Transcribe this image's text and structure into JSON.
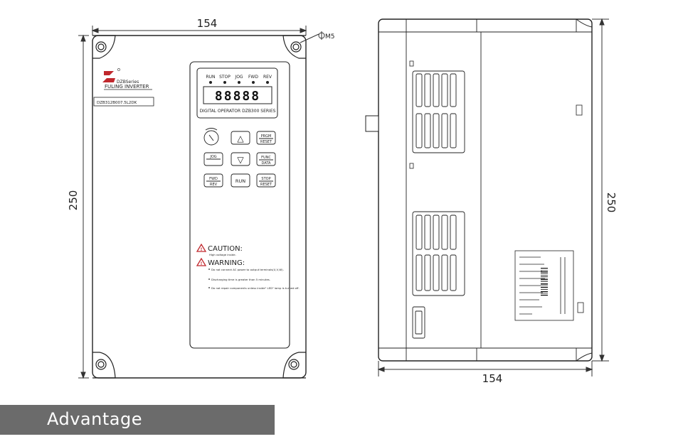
{
  "front_view": {
    "width_dim": "154",
    "height_dim": "250",
    "hole_note": "M5",
    "brand_series": "DZBSeries",
    "product_name": "FULING INVERTER",
    "model_code": "DZB312B007.5L2DK",
    "indicators": [
      "RUN",
      "STOP",
      "JOG",
      "FWD",
      "REV"
    ],
    "display_digits": "88888",
    "operator_label": "DIGITAL OPERATOR DZB300 SERIES",
    "keys": {
      "up": "△",
      "prgm_top": "PRGM",
      "prgm_bottom": "RESET",
      "jog": "JOG",
      "down": "▽",
      "func_top": "FUNC",
      "func_bottom": "DATA",
      "fwd_top": "FWD",
      "fwd_bottom": "REV",
      "run": "RUN",
      "stop_top": "STOP",
      "stop_bottom": "RESET"
    },
    "caution_title": "CAUTION:",
    "caution_note": "High voltage inside.",
    "warning_title": "WARNING:",
    "warning_lines": [
      "Do not connect AC power to output terminals(U,V,W).",
      "Discharging time is greater than 5 minutes.",
      "Do not repair components unless inside\" LED\" lamp is turned off."
    ]
  },
  "side_view": {
    "width_dim": "154",
    "height_dim": "250"
  },
  "banner": {
    "label": "Advantage"
  }
}
